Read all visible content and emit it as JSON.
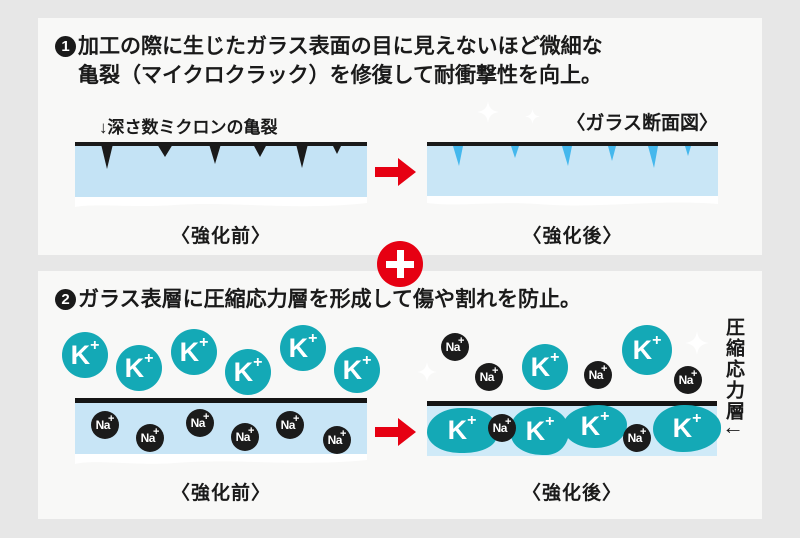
{
  "colors": {
    "background": "#e7e7e7",
    "panel": "#f8f8f7",
    "glass_blue": "#c4e3f5",
    "glass_blue_light": "#cfeaf8",
    "teal": "#14a9b6",
    "healed_crack_blue": "#45b8ed",
    "red": "#e60012",
    "ink": "#1a1a1a",
    "na_black": "#1b1b1b"
  },
  "top_panel": {
    "badge": "1",
    "heading_line1": "加工の際に生じたガラス表面の目に見えないほど微細な",
    "heading_line2": "亀裂（マイクロクラック）を修復して耐衝撃性を向上。",
    "crack_depth_label": "↓深さ数ミクロンの亀裂",
    "cross_section_label": "〈ガラス断面図〉",
    "before_label": "〈強化前〉",
    "after_label": "〈強化後〉"
  },
  "bottom_panel": {
    "badge": "2",
    "heading": "ガラス表層に圧縮応力層を形成して傷や割れを防止。",
    "before_label": "〈強化前〉",
    "after_label": "〈強化後〉",
    "compression_layer_label": "圧縮応力層",
    "compression_arrow": "←",
    "ions": {
      "k": "K",
      "na": "Na",
      "plus": "+"
    }
  }
}
